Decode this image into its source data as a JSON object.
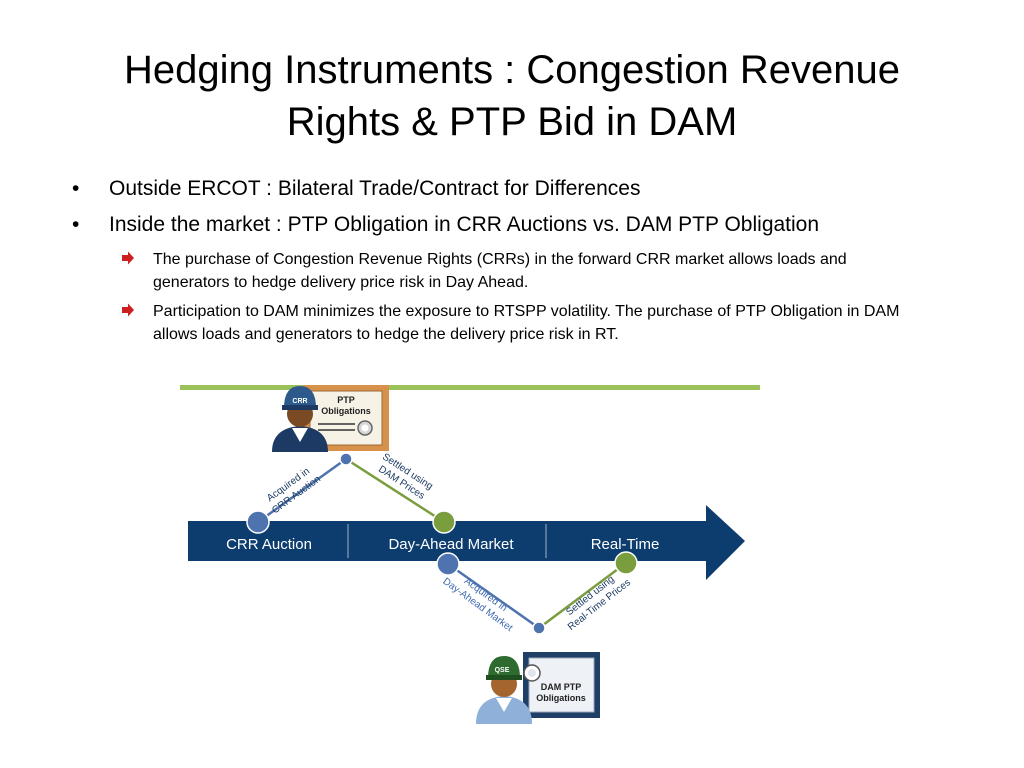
{
  "title_line1": "Hedging Instruments : Congestion Revenue",
  "title_line2": "Rights & PTP Bid in DAM",
  "bullets": [
    "Outside ERCOT : Bilateral Trade/Contract for Differences",
    "Inside the market : PTP Obligation in CRR Auctions vs. DAM PTP Obligation"
  ],
  "sub_bullets": [
    "The purchase of Congestion Revenue Rights (CRRs) in the forward CRR market allows loads and generators to hedge delivery price risk in Day Ahead.",
    "Participation to DAM minimizes the exposure to RTSPP volatility. The purchase of PTP Obligation in DAM allows loads and generators to hedge the delivery price risk in RT."
  ],
  "diagram": {
    "timeline": {
      "segments": [
        "CRR Auction",
        "Day-Ahead Market",
        "Real-Time"
      ]
    },
    "top_actor": {
      "cap_label": "CRR",
      "document_line1": "PTP",
      "document_line2": "Obligations"
    },
    "bottom_actor": {
      "cap_label": "QSE",
      "document_line1": "DAM PTP",
      "document_line2": "Obligations"
    },
    "path_labels": {
      "acquired_crr_line1": "Acquired in",
      "acquired_crr_line2": "CRR Auction",
      "settled_dam_line1": "Settled using",
      "settled_dam_line2": "DAM Prices",
      "acquired_dam_line1": "Acquired in",
      "acquired_dam_line2": "Day-Ahead Market",
      "settled_rt_line1": "Settled using",
      "settled_rt_line2": "Real-Time Prices"
    },
    "colors": {
      "timeline": "#0d3c6e",
      "blue_node": "#4f73ae",
      "green_node": "#7a9e3e",
      "green_bar": "#9bc25a",
      "document_top": "#d8914a",
      "document_bottom": "#1f3f66",
      "arrow_bullet": "#cc1f1f"
    }
  }
}
